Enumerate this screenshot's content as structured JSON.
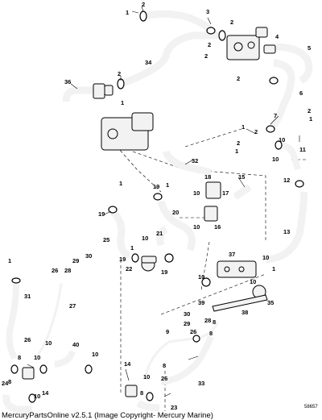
{
  "callouts": [
    {
      "id": "c1a",
      "label": "1"
    },
    {
      "id": "c2a",
      "label": "2"
    },
    {
      "id": "c3",
      "label": "3"
    },
    {
      "id": "c2b",
      "label": "2"
    },
    {
      "id": "c4",
      "label": "4"
    },
    {
      "id": "c2c",
      "label": "2"
    },
    {
      "id": "c2d",
      "label": "2"
    },
    {
      "id": "c34",
      "label": "34"
    },
    {
      "id": "c5",
      "label": "5"
    },
    {
      "id": "c2e",
      "label": "2"
    },
    {
      "id": "c36",
      "label": "36"
    },
    {
      "id": "c2f",
      "label": "2"
    },
    {
      "id": "c1b",
      "label": "1"
    },
    {
      "id": "c6",
      "label": "6"
    },
    {
      "id": "c2g",
      "label": "2"
    },
    {
      "id": "c1c",
      "label": "1"
    },
    {
      "id": "c7",
      "label": "7"
    },
    {
      "id": "c2h",
      "label": "2"
    },
    {
      "id": "c1d",
      "label": "1"
    },
    {
      "id": "c1e",
      "label": "1"
    },
    {
      "id": "c2i",
      "label": "2"
    },
    {
      "id": "c10a",
      "label": "10"
    },
    {
      "id": "c11",
      "label": "11"
    },
    {
      "id": "c32",
      "label": "32"
    },
    {
      "id": "c10b",
      "label": "10"
    },
    {
      "id": "c12",
      "label": "12"
    },
    {
      "id": "c18",
      "label": "18"
    },
    {
      "id": "c15",
      "label": "15"
    },
    {
      "id": "c1f",
      "label": "1"
    },
    {
      "id": "c19a",
      "label": "19"
    },
    {
      "id": "c1g",
      "label": "1"
    },
    {
      "id": "c10c",
      "label": "10"
    },
    {
      "id": "c17",
      "label": "17"
    },
    {
      "id": "c20",
      "label": "20"
    },
    {
      "id": "c19b",
      "label": "19"
    },
    {
      "id": "c16",
      "label": "16"
    },
    {
      "id": "c10d",
      "label": "10"
    },
    {
      "id": "c21",
      "label": "21"
    },
    {
      "id": "c25",
      "label": "25"
    },
    {
      "id": "c13",
      "label": "13"
    },
    {
      "id": "c10e",
      "label": "10"
    },
    {
      "id": "c1h",
      "label": "1"
    },
    {
      "id": "c19c",
      "label": "19"
    },
    {
      "id": "c22",
      "label": "22"
    },
    {
      "id": "c37",
      "label": "37"
    },
    {
      "id": "c1i",
      "label": "1"
    },
    {
      "id": "c10f",
      "label": "10"
    },
    {
      "id": "c29a",
      "label": "29"
    },
    {
      "id": "c30a",
      "label": "30"
    },
    {
      "id": "c28a",
      "label": "28"
    },
    {
      "id": "c26a",
      "label": "26"
    },
    {
      "id": "c19d",
      "label": "19"
    },
    {
      "id": "c1j",
      "label": "1"
    },
    {
      "id": "c10g",
      "label": "10"
    },
    {
      "id": "c31",
      "label": "31"
    },
    {
      "id": "c27",
      "label": "27"
    },
    {
      "id": "c39",
      "label": "39"
    },
    {
      "id": "c35",
      "label": "35"
    },
    {
      "id": "c10h",
      "label": "10"
    },
    {
      "id": "c30b",
      "label": "30"
    },
    {
      "id": "c38",
      "label": "38"
    },
    {
      "id": "c29b",
      "label": "29"
    },
    {
      "id": "c28b",
      "label": "28"
    },
    {
      "id": "c8a",
      "label": "8"
    },
    {
      "id": "c9",
      "label": "9"
    },
    {
      "id": "c26b",
      "label": "26"
    },
    {
      "id": "c8b",
      "label": "8"
    },
    {
      "id": "c26c",
      "label": "26"
    },
    {
      "id": "c10i",
      "label": "10"
    },
    {
      "id": "c40",
      "label": "40"
    },
    {
      "id": "c8c",
      "label": "8"
    },
    {
      "id": "c10j",
      "label": "10"
    },
    {
      "id": "c10k",
      "label": "10"
    },
    {
      "id": "c14a",
      "label": "14"
    },
    {
      "id": "c8d",
      "label": "8"
    },
    {
      "id": "c10l",
      "label": "10"
    },
    {
      "id": "c26d",
      "label": "26"
    },
    {
      "id": "c8e",
      "label": "8"
    },
    {
      "id": "c24",
      "label": "24"
    },
    {
      "id": "c10m",
      "label": "10"
    },
    {
      "id": "c14b",
      "label": "14"
    },
    {
      "id": "c33",
      "label": "33"
    },
    {
      "id": "c8f",
      "label": "8"
    },
    {
      "id": "c23",
      "label": "23"
    }
  ],
  "figure_number": "58657",
  "footer": "MercuryPartsOnline v2.5.1 (Image Copyright- Mercury Marine)"
}
